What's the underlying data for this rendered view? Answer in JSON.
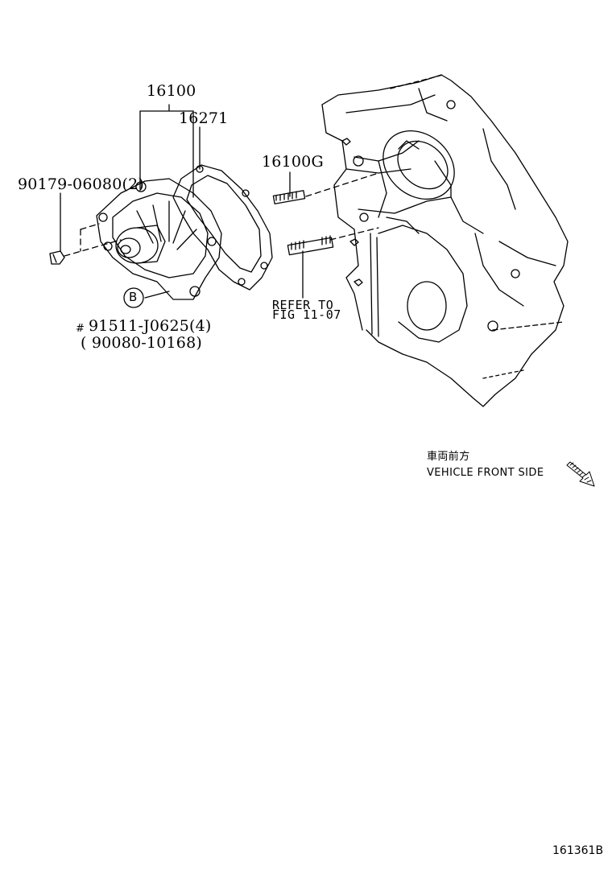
{
  "labels": {
    "part_16100": "16100",
    "part_16271": "16271",
    "part_16100G": "16100G",
    "part_90179": "90179-06080(2)",
    "callout_b": "B",
    "hash_mark": "#",
    "part_91511": "91511-J0625(4)",
    "part_90080": "( 90080-10168)",
    "refer_line1": "REFER TO",
    "refer_line2": "FIG 11-07",
    "front_jp": "車両前方",
    "front_en": "VEHICLE FRONT SIDE",
    "diagram_id": "161361B"
  }
}
